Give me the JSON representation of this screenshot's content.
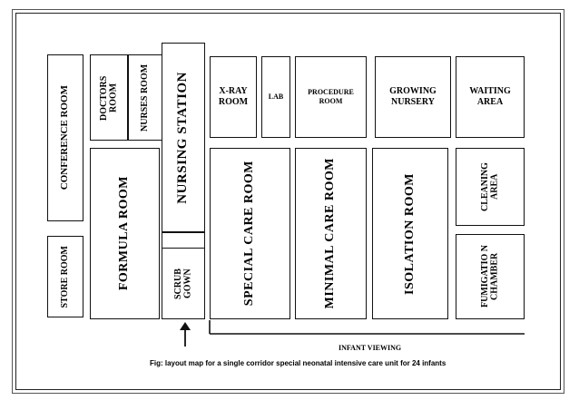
{
  "rooms": {
    "conference": "CONFERENCE ROOM",
    "store": "STORE ROOM",
    "doctors": "DOCTORS ROOM",
    "nurses": "NURSES ROOM",
    "nursing_station": "NURSING STATION",
    "xray": "X-RAY ROOM",
    "lab": "LAB",
    "procedure": "PROCEDURE ROOM",
    "growing_nursery": "GROWING NURSERY",
    "waiting_area": "WAITING AREA",
    "formula": "FORMULA ROOM",
    "scrub_gown": "SCRUB GOWN",
    "special_care": "SPECIAL CARE ROOM",
    "minimal_care": "MINIMAL CARE ROOM",
    "isolation": "ISOLATION ROOM",
    "cleaning_area": "CLEANING AREA",
    "fumigation_chamber": "FUMIGATIO N CHAMBER"
  },
  "labels": {
    "infant_viewing": "INFANT VIEWING",
    "caption": "Fig: layout map for a single corridor special neonatal intensive care unit for 24 infants"
  }
}
